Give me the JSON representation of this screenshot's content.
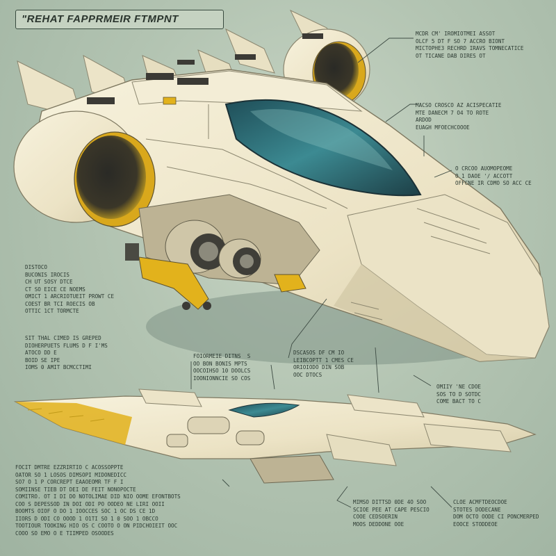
{
  "header": {
    "title": "\"REHAT FAPPRMEIR FTMPNT"
  },
  "notes": {
    "top_right": "MCDR CM' IROMIOTMEI ASSOT\nOLCF 5 DT F SO 7 ACCRO BIONT\nMICTOPHE3 RECHRD IRAVS TOMNECATICE\nOT TICANE DAB DIRES OT",
    "mid_right_a": "MACSO CROSCO AZ ACISPECATIE\nMTE DANECM 7 O4 TO ROTE\nARDOD\nEUAGH MFOECHCOOOE",
    "mid_right_b": "O CRCOO AUOMOPEOME\nO 1 DAOE '/ ACCOTT\nOFFCNE IR CDMO SO ACC CE",
    "left_a": "DISTOCO\nBUCONIS IROCIS\nCH UT SOSY DTCE\nCT SO EICE CE NOEMS\nOMICT 1 ARCRIOTUEIT PROWT CE\nCOEST BR TCI ROECIS OB\nOTTIC 1CT TORMCTE",
    "left_b": "SIT THAL CIMED IS GREPED\nDIOHERPUETS FLUMS D F I'MS\nATOCO DD E\nBOID SE IPE\nIOMS 0 AMIT BCMCCTIMI",
    "center": "FOIORMEIE DITNS  S\nOO BON BONIS MPTS\nOOCOIHSO 10 DOOLCS\nIOONIONNCIE SO COS",
    "center_right": "DSCASOS DF CM IO\nLEIBCOPTT 1 CMES CE\nORIOIODO DIN SOB\nOOC DTOCS",
    "right_c": "OMIIY 'NE CDOE\nSOS TO D SOTDC\nCOME BACT TO C",
    "bottom_left": "FOCIT DMTRE EZZRIRTIO C ACOSSOPPTE\nOATOR SO 1 LOSOS DIMSOPI MIDONEDICC\nSO7 O 1 P CORCREPT EAAOEOMR TF F I\nSOMIINSE TIEB DT DEI DE FEIT NONOPOCTE\nCOMITRO. OT I DI DO NOTOLIMAE DID NIO OOME EFONTBOTS\nCOO S DEPESSOD IN DOI ODI PO OODEO NE LIRI OOII\nBOOMTS OIOF O DO 1 IOOCCES SOC 1 OC DS CE 1D\nIIORS D ODI CO OOOD 1 O1TI SO 1 0 SOO 1 OBCCO\nTOOTIOUR TOOKING HIO OS C COOTO O ON PIDCHOIEIT OOC\nCOOO SO EMO O E TIIMPED OSOODES",
    "bottom_mid": "MIMSO DITTSD 0DE 4O SOO\nSCIOE PEE AT CAPE PESCIO\nCOOE CEDSOERIN\nMOOS DEDDONE OOE",
    "bottom_right": "CLOE ACMFTDEOCDOE\nSTOTES DODECANE\nDOM OCTO OODE CI PONCMERPED\nEOOCE STODDEOE"
  },
  "palette": {
    "hull": "#efe8cf",
    "hull_shadow": "#d4cbae",
    "accent_yellow": "#e2b21c",
    "canopy": "#2f6e78",
    "ink": "#2c3a32"
  }
}
